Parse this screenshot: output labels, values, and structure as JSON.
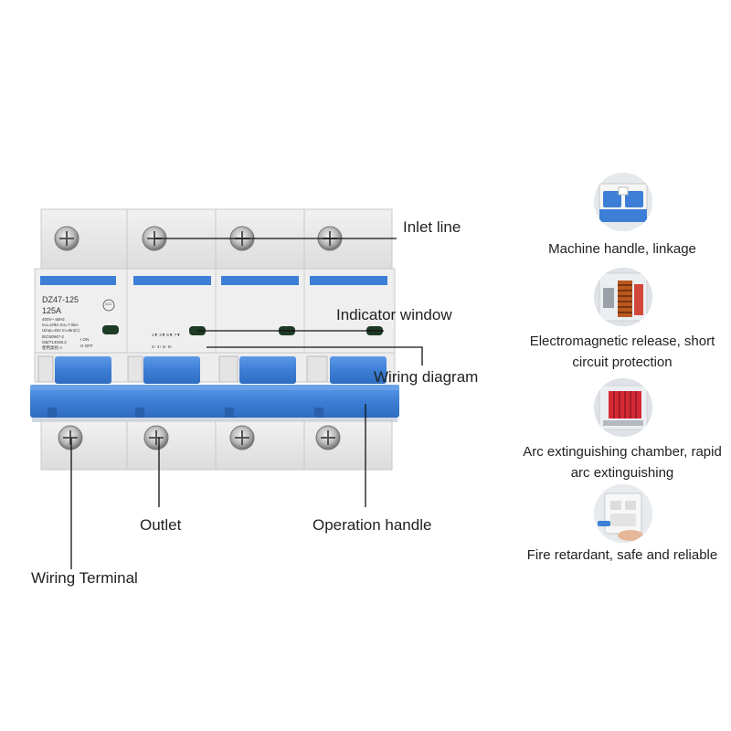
{
  "device": {
    "model": "DZ47-125",
    "rating": "125A",
    "spec_line1": "400V~ 50Hz",
    "spec_line2": "Icu=10kA  Ics=7.5kA",
    "spec_line3": "Uimp=4kV  In=8In(C)",
    "standard1": "IEC60947-2",
    "standard2": "GB/T14048.2",
    "category": "使用类别 A",
    "on_label": "I ON",
    "off_label": "O OFF",
    "cert_mark": "CCC",
    "wiring_top": "1▼ 3▼ 5▼ 7▼",
    "wiring_bottom": "2↑ 4↑ 6↑ 8↑"
  },
  "callouts": {
    "inlet_line": "Inlet line",
    "indicator_window": "Indicator window",
    "wiring_diagram": "Wiring diagram",
    "outlet": "Outlet",
    "operation_handle": "Operation handle",
    "wiring_terminal": "Wiring Terminal"
  },
  "features": [
    {
      "icon": "handle-linkage-icon",
      "line1": "Machine handle, linkage",
      "line2": ""
    },
    {
      "icon": "coil-icon",
      "line1": "Electromagnetic release, short",
      "line2": "circuit protection"
    },
    {
      "icon": "arc-chamber-icon",
      "line1": "Arc extinguishing chamber, rapid",
      "line2": "arc extinguishing"
    },
    {
      "icon": "fire-retardant-icon",
      "line1": "Fire retardant, safe and reliable",
      "line2": ""
    }
  ],
  "colors": {
    "accent_blue": "#3d7fd6",
    "body_grey": "#e9e9ea",
    "indicator_green": "#1d3a24"
  }
}
